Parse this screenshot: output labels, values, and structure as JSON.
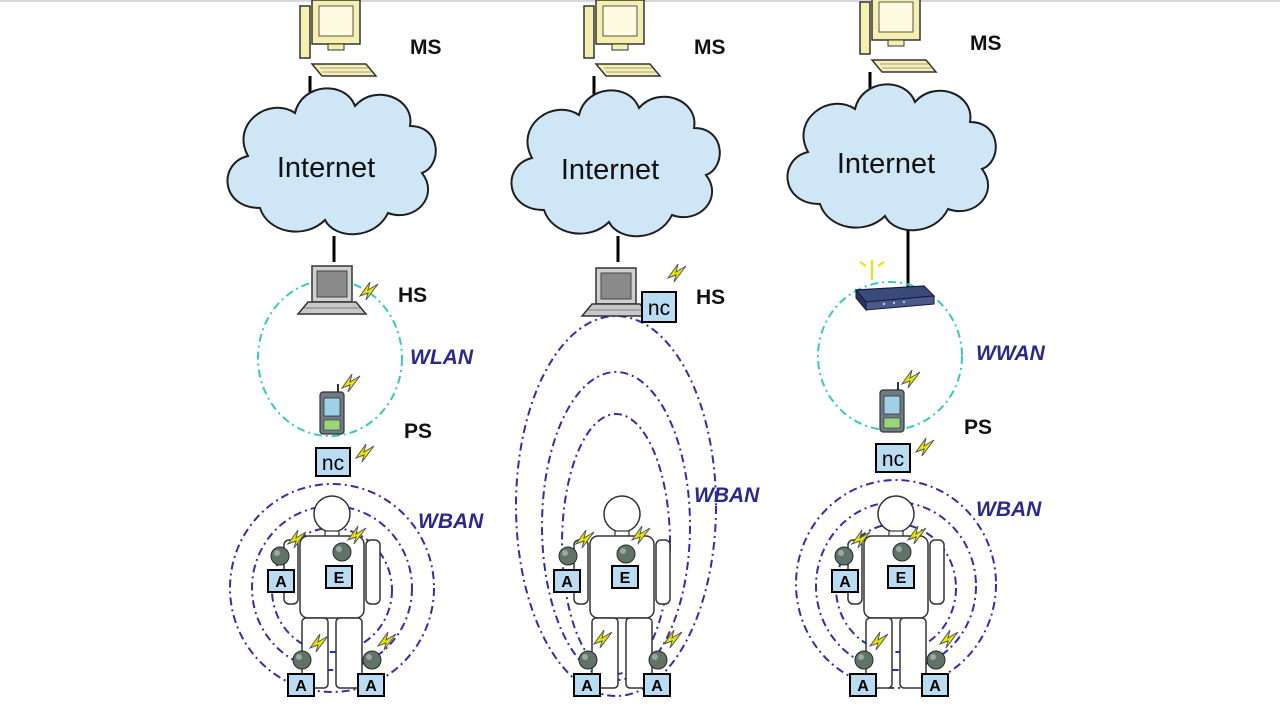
{
  "colors": {
    "cloud_fill": "#cfe6f7",
    "cloud_stroke": "#1e1e1e",
    "wban_ring": "#2f2fa8",
    "wlan_ring": "#33ccbb",
    "monitor_fill": "#f5f0b0",
    "sensor_box": "#b9dcf2",
    "lightning": "#e6e600"
  },
  "panels": [
    {
      "ms": "MS",
      "cloud": "Internet",
      "hs": "HS",
      "local_net": "WLAN",
      "ps": "PS",
      "nc": "nc",
      "body_net": "WBAN",
      "sensors": [
        "A",
        "E",
        "A",
        "A"
      ]
    },
    {
      "ms": "MS",
      "cloud": "Internet",
      "hs": "HS",
      "nc": "nc",
      "body_net": "WBAN",
      "sensors": [
        "A",
        "E",
        "A",
        "A"
      ]
    },
    {
      "ms": "MS",
      "cloud": "Internet",
      "local_net": "WWAN",
      "ps": "PS",
      "nc": "nc",
      "body_net": "WBAN",
      "sensors": [
        "A",
        "E",
        "A",
        "A"
      ]
    }
  ]
}
